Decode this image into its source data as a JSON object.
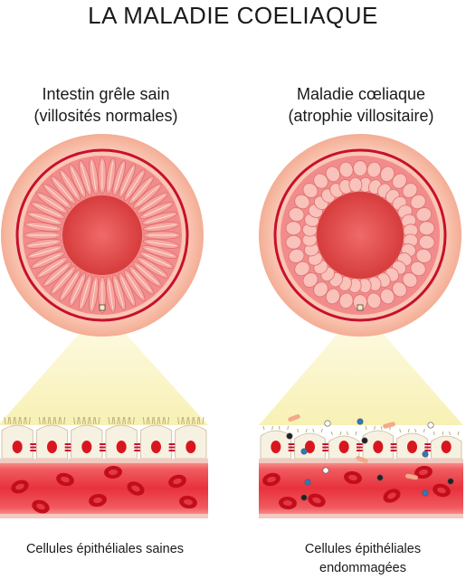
{
  "title": "LA MALADIE COELIAQUE",
  "left": {
    "title_line1": "Intestin grêle sain",
    "title_line2": "(villosités normales)",
    "caption": "Cellules épithéliales saines"
  },
  "right": {
    "title_line1": "Maladie cœliaque",
    "title_line2": "(atrophie villositaire)",
    "caption_line1": "Cellules épithéliales",
    "caption_line2": "endommagées"
  },
  "colors": {
    "outer_ring": "#f6b9a3",
    "wall": "#f07a7a",
    "dark_band": "#c8102e",
    "lumen": "#e04848",
    "cone": "#fbf6c8",
    "cell": "#f7f1e1",
    "blood_vessel": "#ee3a45",
    "rbc": "#c40d1c"
  }
}
